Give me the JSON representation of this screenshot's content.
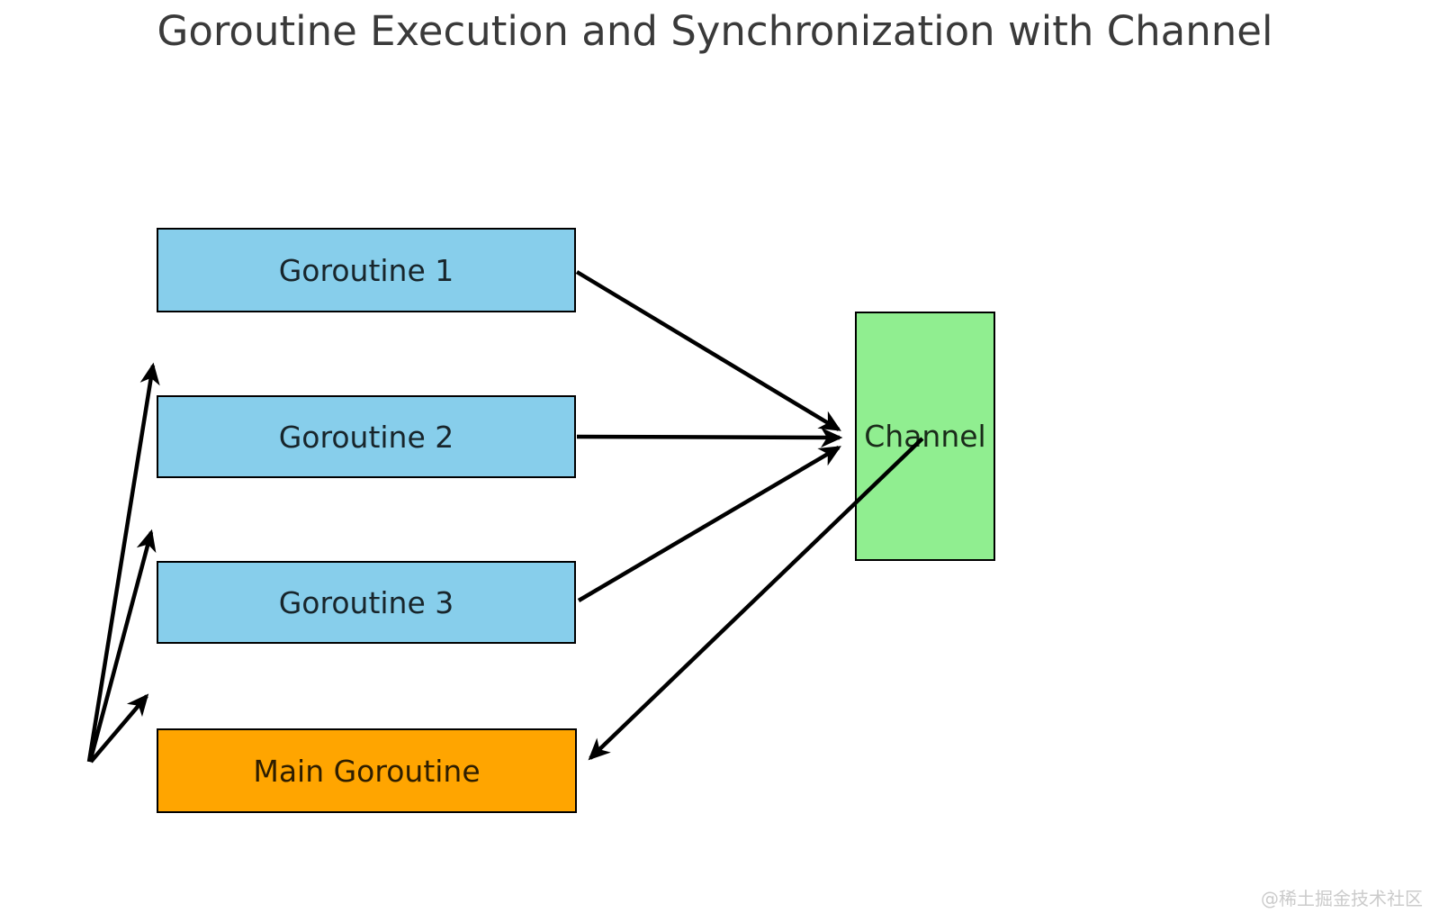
{
  "title": "Goroutine Execution and Synchronization with Channel",
  "watermark": "@稀土掘金技术社区",
  "colors": {
    "background": "#FFFFFF",
    "goroutine_fill": "#87CEEB",
    "main_fill": "#FFA500",
    "channel_fill": "#90EE90",
    "node_border": "#000000",
    "arrow": "#000000",
    "title_text": "#3A3A3A",
    "node_text": "rgba(0,0,0,0.82)",
    "watermark_text": "#CBCBCB"
  },
  "nodes": {
    "goroutine1": {
      "label": "Goroutine 1"
    },
    "goroutine2": {
      "label": "Goroutine 2"
    },
    "goroutine3": {
      "label": "Goroutine 3"
    },
    "main": {
      "label": "Main Goroutine"
    },
    "channel": {
      "label": "Channel"
    }
  },
  "edges": [
    {
      "from": "goroutine1",
      "to": "channel"
    },
    {
      "from": "goroutine2",
      "to": "channel"
    },
    {
      "from": "goroutine3",
      "to": "channel"
    },
    {
      "from": "channel",
      "to": "main"
    },
    {
      "from": "main",
      "to": "goroutine1"
    },
    {
      "from": "main",
      "to": "goroutine2"
    },
    {
      "from": "main",
      "to": "goroutine3"
    }
  ]
}
